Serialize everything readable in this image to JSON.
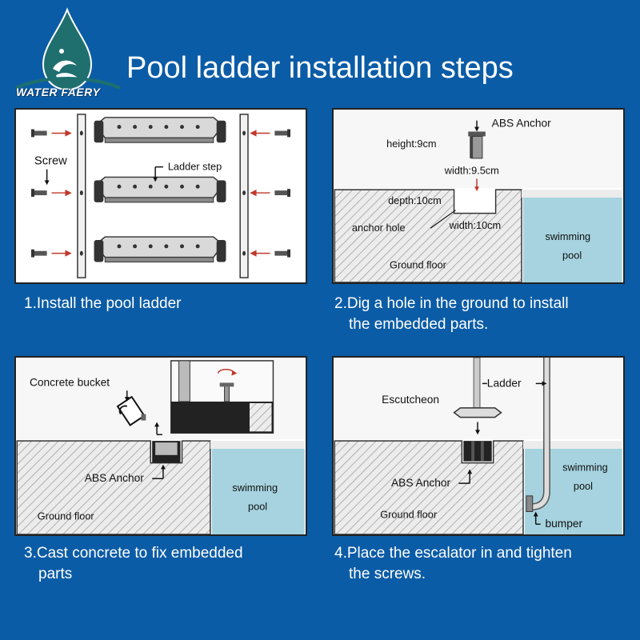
{
  "header": {
    "brand": "WATER FAERY",
    "title": "Pool ladder installation steps"
  },
  "colors": {
    "background": "#0b5ca6",
    "water": "#a6d3df",
    "logo_teal": "#1e6f6e"
  },
  "panels": {
    "step1": {
      "screw_label": "Screw",
      "step_label": "Ladder step",
      "caption_line1": "1.Install the pool ladder",
      "caption_line2": ""
    },
    "step2": {
      "anchor_label": "ABS Anchor",
      "height_label": "height:9cm",
      "width_anchor_label": "width:9.5cm",
      "depth_label": "depth:10cm",
      "hole_label": "anchor hole",
      "width_hole_label": "width:10cm",
      "ground_label": "Ground floor",
      "pool_label_1": "swimming",
      "pool_label_2": "pool",
      "caption_line1": "2.Dig a hole in the ground to install",
      "caption_line2": "the embedded parts."
    },
    "step3": {
      "bucket_label": "Concrete bucket",
      "anchor_label": "ABS Anchor",
      "ground_label": "Ground floor",
      "pool_label_1": "swimming",
      "pool_label_2": "pool",
      "caption_line1": "3.Cast concrete to fix embedded",
      "caption_line2": "parts"
    },
    "step4": {
      "ladder_label": "Ladder",
      "escutcheon_label": "Escutcheon",
      "anchor_label": "ABS Anchor",
      "ground_label": "Ground floor",
      "pool_label_1": "swimming",
      "pool_label_2": "pool",
      "bumper_label": "bumper",
      "caption_line1": "4.Place the escalator in and tighten",
      "caption_line2": "the screws."
    }
  }
}
